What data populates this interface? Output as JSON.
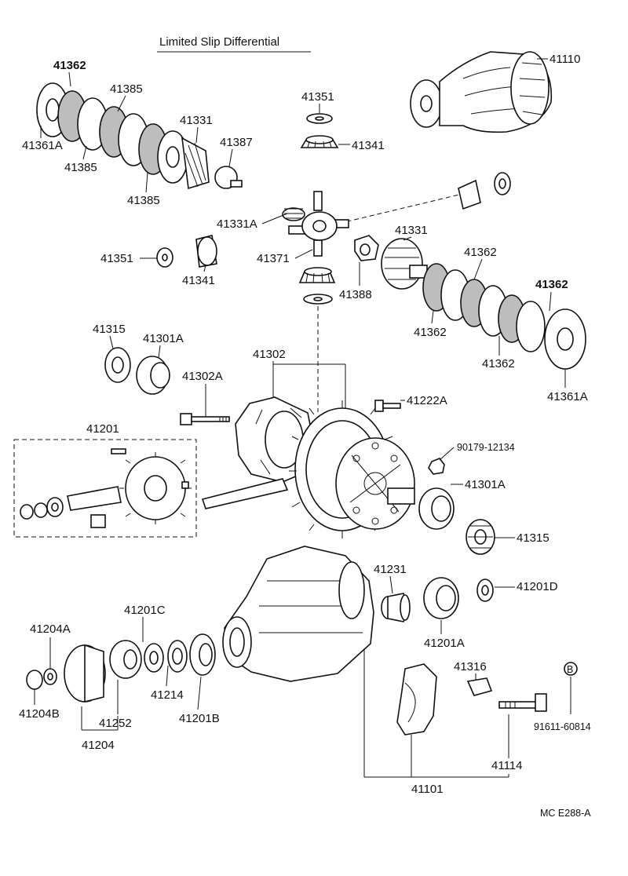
{
  "title": "Limited Slip Differential",
  "footer_code": "MC  E288-A",
  "callout_mark": "B",
  "labels": {
    "p41362_top": "41362",
    "p41385_a": "41385",
    "p41361A_l": "41361A",
    "p41385_b": "41385",
    "p41385_c": "41385",
    "p41331_l": "41331",
    "p41387": "41387",
    "p41351_top": "41351",
    "p41341_top": "41341",
    "p41110": "41110",
    "p41331A": "41331A",
    "p41351_mid": "41351",
    "p41341_mid": "41341",
    "p41371": "41371",
    "p41388": "41388",
    "p41331_r": "41331",
    "p41362_r1": "41362",
    "p41362_r_bold": "41362",
    "p41362_r2": "41362",
    "p41362_r3": "41362",
    "p41361A_r": "41361A",
    "p41315_l": "41315",
    "p41301A_l": "41301A",
    "p41302": "41302",
    "p41302A": "41302A",
    "p41222A": "41222A",
    "p41201": "41201",
    "p90179": "90179-12134",
    "p41301A_r": "41301A",
    "p41315_r": "41315",
    "p41231": "41231",
    "p41201D": "41201D",
    "p41201A": "41201A",
    "p41204A": "41204A",
    "p41201C": "41201C",
    "p41214": "41214",
    "p41201B": "41201B",
    "p41204B": "41204B",
    "p41252": "41252",
    "p41204": "41204",
    "p41316": "41316",
    "p91611": "91611-60814",
    "p41114": "41114",
    "p41101": "41101"
  }
}
